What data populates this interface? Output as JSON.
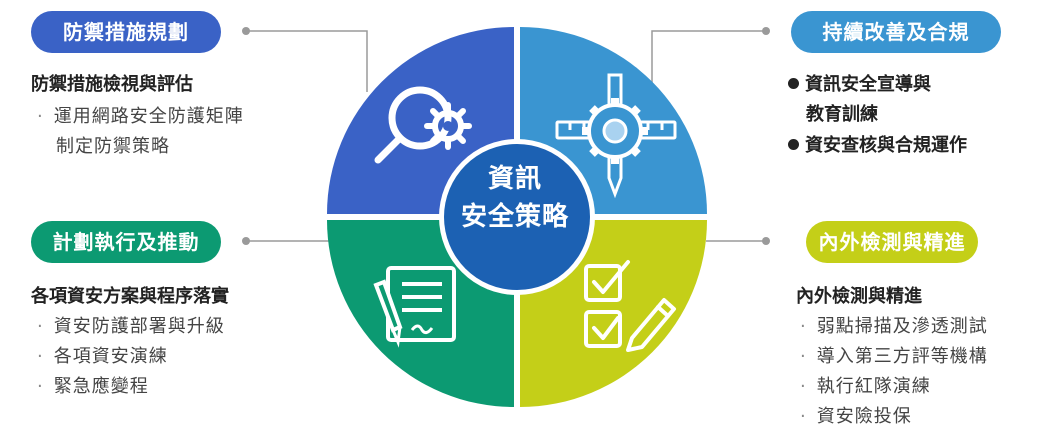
{
  "center": {
    "line1": "資訊",
    "line2": "安全策略"
  },
  "quadrants": {
    "plan": {
      "label": "防禦措施規劃",
      "color": "#3a62c6",
      "heading": "防禦措施檢視與評估",
      "items": [
        "運用網路安全防護矩陣",
        "制定防禦策略"
      ]
    },
    "improve": {
      "label": "持續改善及合規",
      "color": "#3a95d1",
      "items": [
        "資訊安全宣導與",
        "教育訓練",
        "資安查核與合規運作"
      ]
    },
    "execute": {
      "label": "計劃執行及推動",
      "color": "#0c9a72",
      "heading": "各項資安方案與程序落實",
      "items": [
        "資安防護部署與升級",
        "各項資安演練",
        "緊急應變程"
      ]
    },
    "detect": {
      "label": "內外檢測與精進",
      "color": "#c4cf18",
      "heading": "內外檢測與精進",
      "items": [
        "弱點掃描及滲透測試",
        "導入第三方評等機構",
        "執行紅隊演練",
        "資安險投保"
      ]
    }
  },
  "icons": {
    "plan": "magnifier-gear-icon",
    "improve": "gear-ruler-pencil-icon",
    "execute": "document-pen-icon",
    "detect": "checklist-pencil-icon"
  }
}
